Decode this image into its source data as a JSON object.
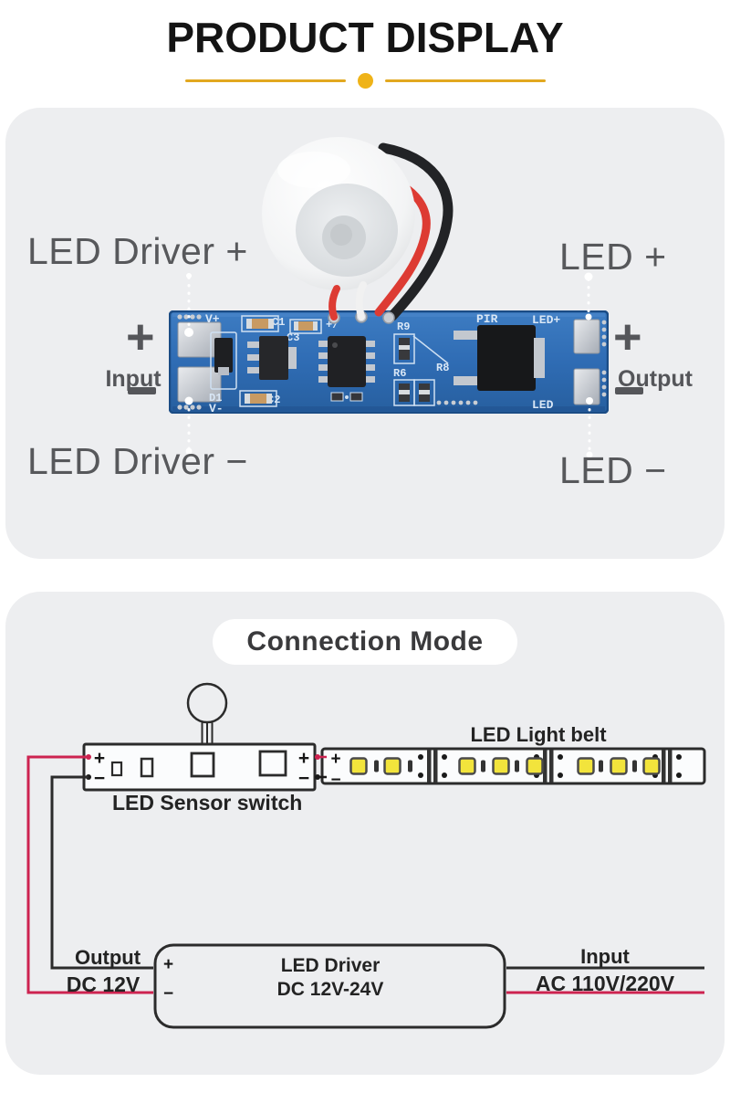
{
  "page": {
    "title": "PRODUCT DISPLAY"
  },
  "product_card": {
    "label_led_driver_plus": "LED Driver +",
    "label_led_plus": "LED +",
    "label_led_driver_minus": "LED Driver −",
    "label_led_minus": "LED −",
    "label_input": "Input",
    "label_output": "Output",
    "symbol_plus": "+",
    "board": {
      "v_plus": "V+",
      "c1": "C1",
      "c3": "C3",
      "plus_mark": "+/",
      "r9": "R9",
      "r6": "R6",
      "r8": "R8",
      "pir": "PIR",
      "led_plus": "LED+",
      "d1": "D1",
      "v_minus": "V-",
      "c2": "C2",
      "led_bottom": "LED"
    }
  },
  "connection_card": {
    "title": "Connection Mode",
    "sensor_switch": {
      "label": "LED Sensor switch",
      "plus": "+",
      "minus": "−"
    },
    "light_belt": {
      "label": "LED Light belt",
      "plus": "+",
      "minus": "−"
    },
    "driver": {
      "name": "LED Driver",
      "voltage": "DC 12V-24V",
      "plus": "+",
      "minus": "−"
    },
    "output": {
      "label": "Output",
      "value": "DC 12V"
    },
    "input": {
      "label": "Input",
      "value": "AC 110V/220V"
    }
  },
  "colors": {
    "accent_gold": "#e9af20",
    "wire_positive_red": "#cd2350",
    "wire_black": "#2b2b2b",
    "led_yellow": "#f2e43c",
    "pcb_blue": "#2f6cb4"
  }
}
